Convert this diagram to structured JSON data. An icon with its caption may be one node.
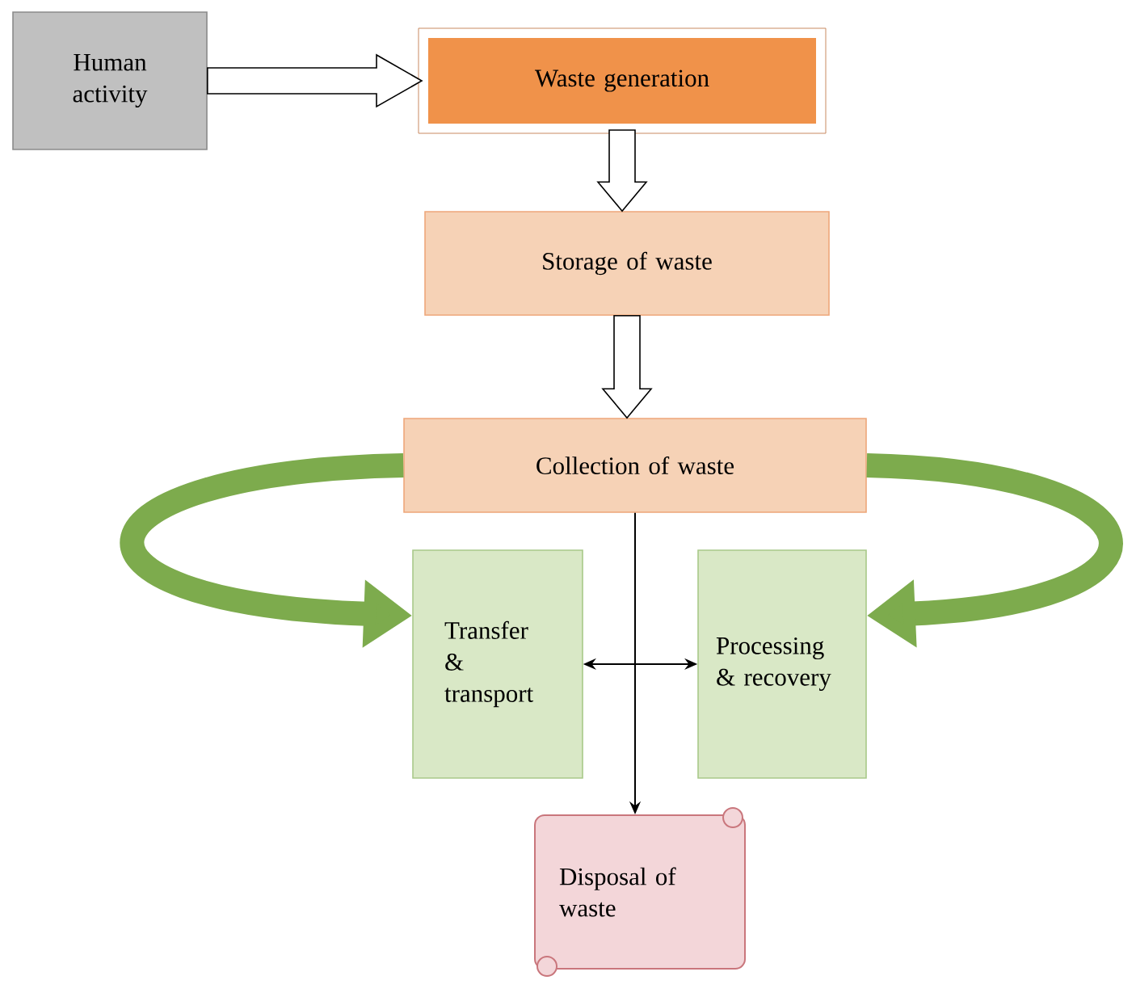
{
  "diagram": {
    "nodes": [
      {
        "text": [
          "Human activity"
        ]
      },
      {
        "text": [
          "Waste generation"
        ]
      },
      {
        "text": [
          "Storage of waste"
        ]
      },
      {
        "text": [
          "Collection of waste"
        ]
      },
      {
        "text": [
          "Transfer & transport"
        ]
      },
      {
        "text": [
          "Processing & recovery"
        ]
      },
      {
        "text": [
          "Disposal of waste"
        ]
      }
    ],
    "edges": [
      {
        "from": 0,
        "to": 1,
        "arrow": "to"
      },
      {
        "from": 1,
        "to": 2,
        "arrow": "to"
      },
      {
        "from": 2,
        "to": 3,
        "arrow": "to"
      },
      {
        "from": 3,
        "to": 4,
        "arrow": "to",
        "style": "thick",
        "color": "#7dab4d"
      },
      {
        "from": 3,
        "to": 5,
        "arrow": "to",
        "style": "thick",
        "color": "#7dab4d"
      },
      {
        "from": 3,
        "to": 6,
        "arrow": "to",
        "color": "#000000"
      },
      {
        "from": 4,
        "to": 5,
        "arrow": "both",
        "color": "#000000"
      }
    ]
  }
}
